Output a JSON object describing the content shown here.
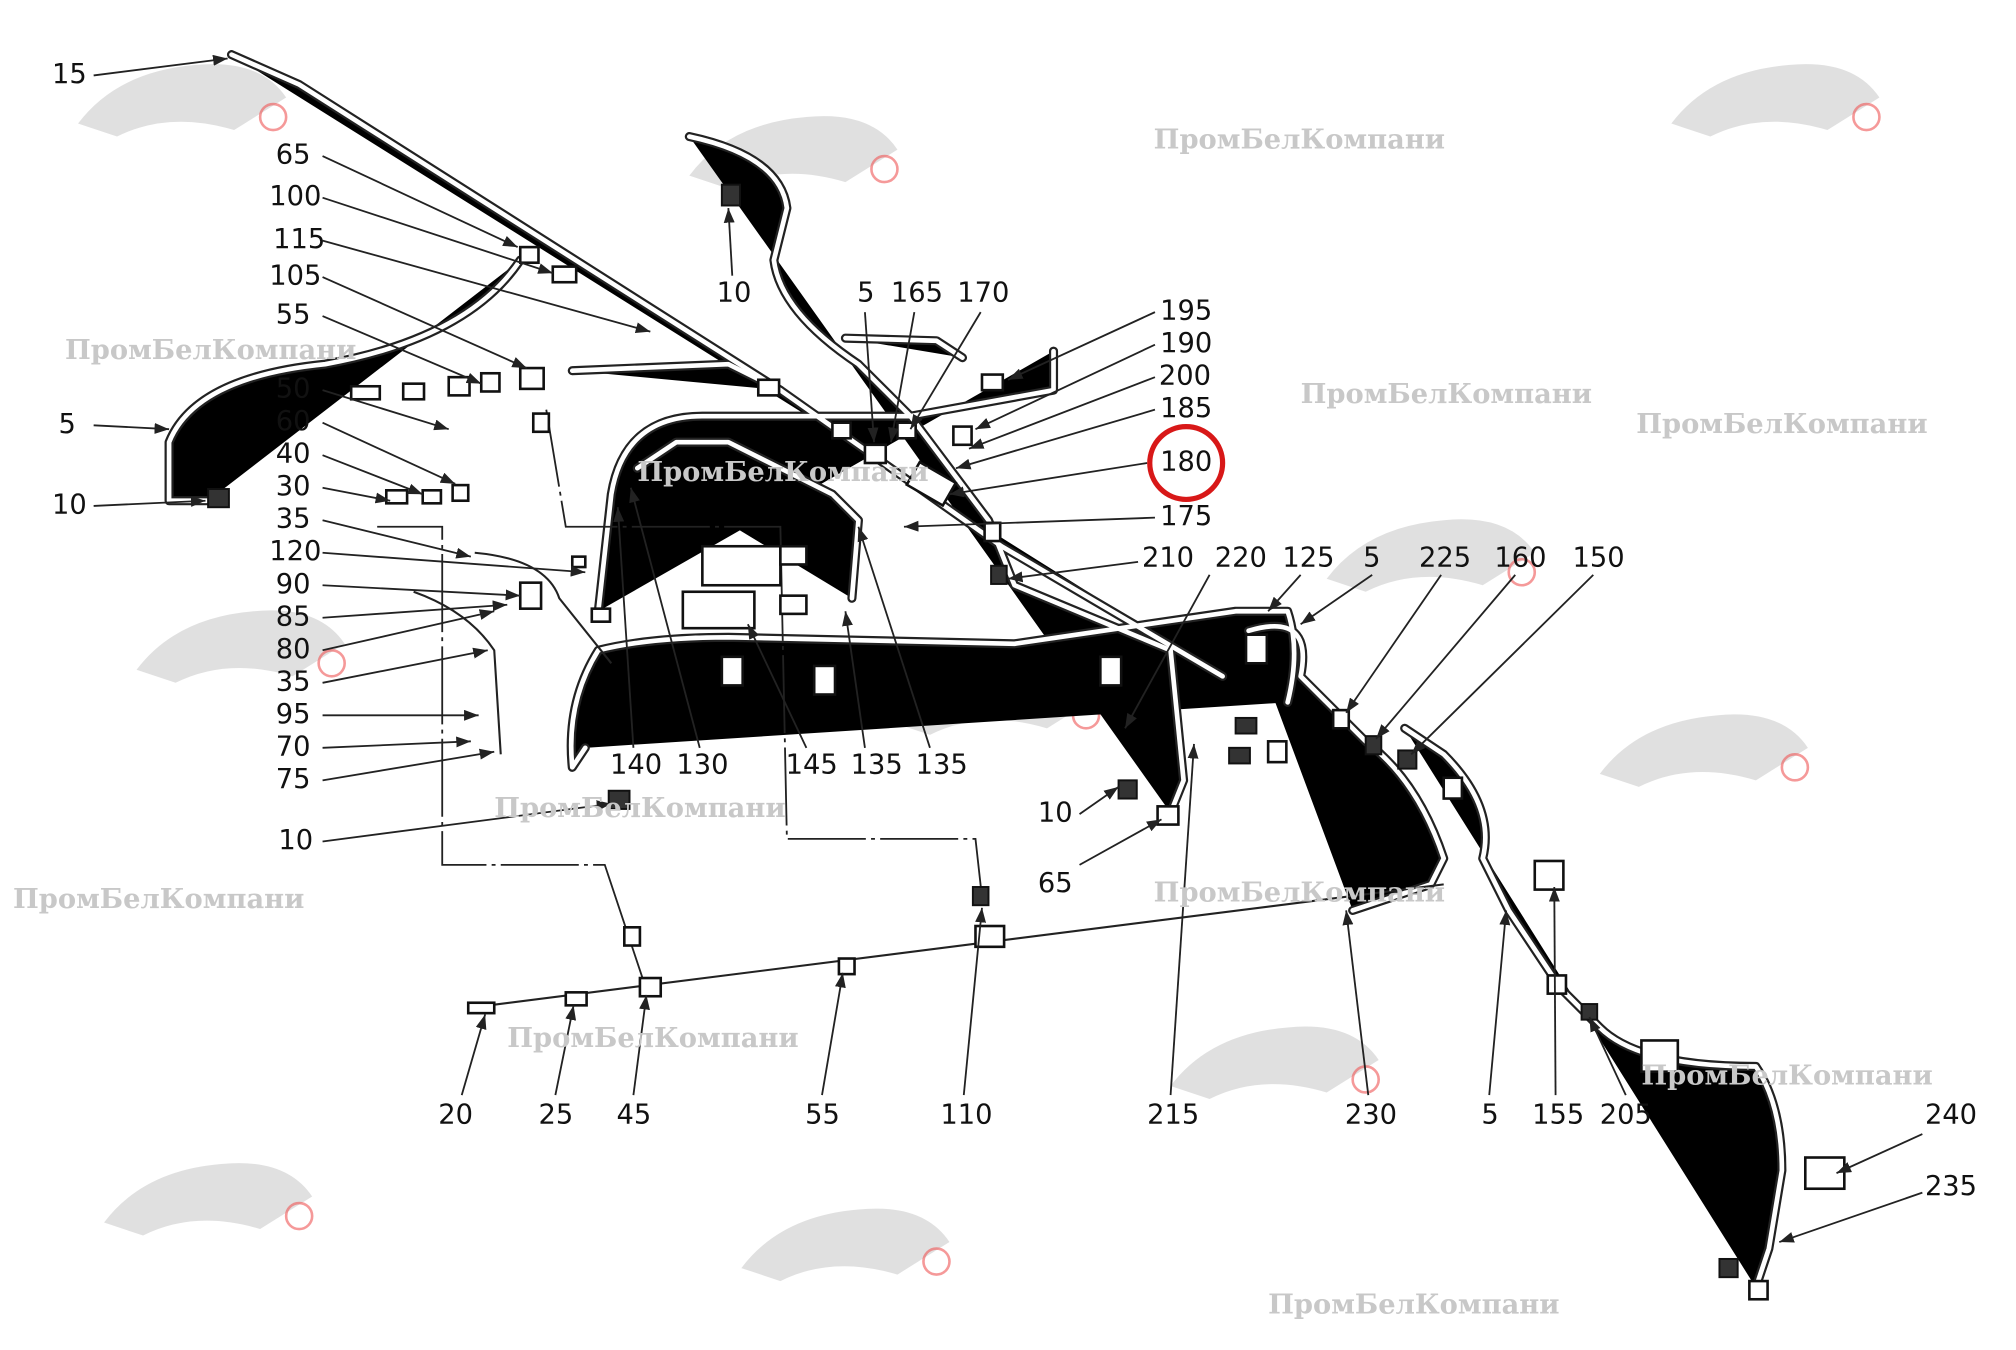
{
  "watermark_text": "ПромБелКомпани",
  "highlight": {
    "label": "180",
    "color": "#d81818"
  },
  "labels": [
    "15",
    "65",
    "100",
    "115",
    "105",
    "55",
    "5",
    "50",
    "60",
    "40",
    "30",
    "35",
    "120",
    "90",
    "85",
    "80",
    "35",
    "95",
    "70",
    "75",
    "10",
    "10",
    "10",
    "5",
    "165",
    "170",
    "195",
    "190",
    "200",
    "185",
    "180",
    "175",
    "210",
    "220",
    "125",
    "5",
    "225",
    "160",
    "150",
    "140",
    "130",
    "145",
    "135",
    "135",
    "10",
    "65",
    "20",
    "25",
    "45",
    "55",
    "110",
    "215",
    "230",
    "5",
    "155",
    "205",
    "240",
    "235"
  ]
}
